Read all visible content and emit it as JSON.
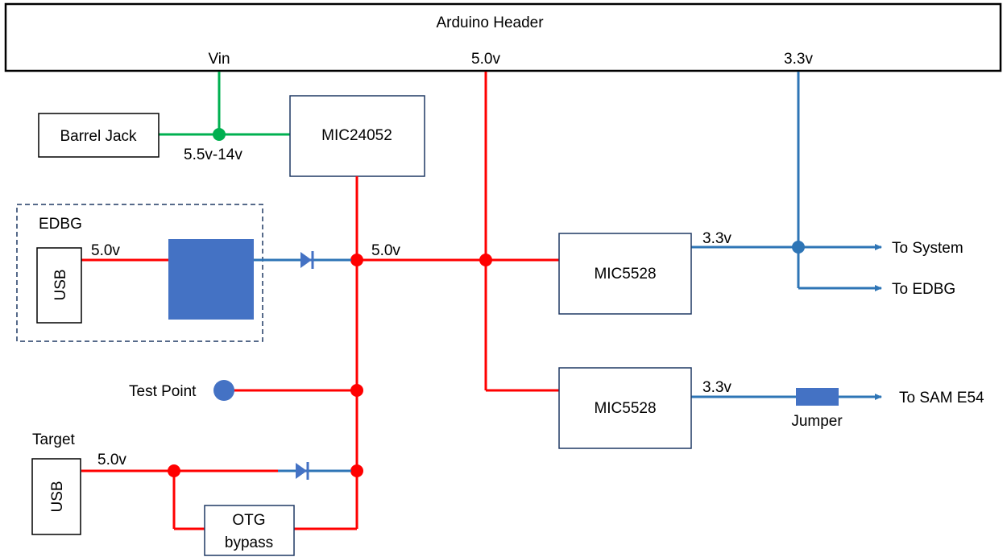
{
  "header": {
    "title": "Arduino Header"
  },
  "rails": {
    "vin": "Vin",
    "five": "5.0v",
    "three_three": "3.3v"
  },
  "components": {
    "barrel_jack": "Barrel Jack",
    "mic24052": "MIC24052",
    "edbg_group": "EDBG",
    "usb_edbg": "USB",
    "usb_target": "USB",
    "target": "Target",
    "mic5528_a": "MIC5528",
    "mic5528_b": "MIC5528",
    "otg_line1": "OTG",
    "otg_line2": "bypass",
    "test_point": "Test Point",
    "jumper": "Jumper"
  },
  "voltage_labels": {
    "vin_range": "5.5v-14v",
    "edbg_usb": "5.0v",
    "bus": "5.0v",
    "target_usb": "5.0v",
    "mic_a_out": "3.3v",
    "mic_b_out": "3.3v"
  },
  "outputs": {
    "to_system": "To System",
    "to_edbg": "To EDBG",
    "to_sam": "To SAM E54"
  },
  "colors": {
    "red_rail": "#ff0000",
    "blue_rail": "#2e75b6",
    "green_rail": "#00b050",
    "block_fill": "#4472c4",
    "box_border": "#1f3864"
  }
}
